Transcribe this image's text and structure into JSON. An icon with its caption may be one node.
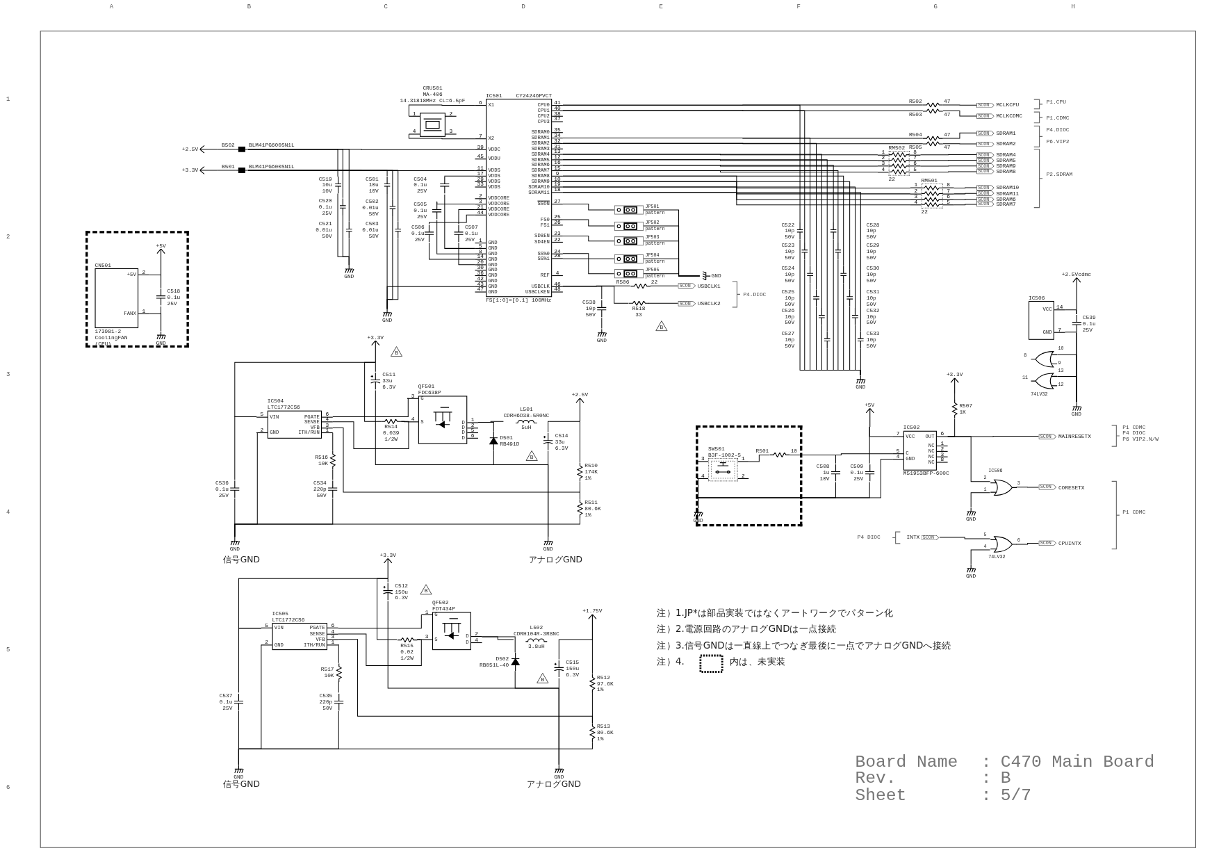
{
  "diagram": {
    "nodes": [
      {
        "text": [],
        "shape": "box"
      },
      {
        "text": [
          "CN501",
          "+5V",
          "2",
          "FANX",
          "1",
          "173981-2",
          "CoolingFAN",
          "(CPU)"
        ],
        "in": 0
      },
      {
        "text": [
          "+5V"
        ],
        "in": 0
      },
      {
        "text": [
          "C518",
          "0.1u",
          "25V"
        ],
        "in": 0
      },
      {
        "text": [
          "GND"
        ],
        "in": 0
      },
      {
        "text": [
          "+2.5V"
        ]
      },
      {
        "text": [
          "B502",
          "BLM41PG600SN1L"
        ]
      },
      {
        "text": [
          "+3.3V"
        ]
      },
      {
        "text": [
          "B501",
          "BLM41PG600SN1L"
        ]
      },
      {
        "text": [],
        "shape": "capacitor",
        "beside": [
          "C519",
          "10u",
          "10V"
        ]
      },
      {
        "text": [],
        "shape": "capacitor",
        "beside": [
          "C520",
          "0.1u",
          "25V"
        ]
      },
      {
        "text": [],
        "shape": "capacitor",
        "beside": [
          "C521",
          "0.01u",
          "50V"
        ]
      },
      {
        "text": [
          "GND"
        ]
      },
      {
        "text": [],
        "shape": "capacitor",
        "beside": [
          "C501",
          "10u",
          "10V"
        ]
      },
      {
        "text": [],
        "shape": "capacitor",
        "beside": [
          "C502",
          "0.01u",
          "50V"
        ]
      },
      {
        "text": [],
        "shape": "capacitor",
        "beside": [
          "C503",
          "0.01u",
          "50V"
        ]
      },
      {
        "text": [
          "C504",
          "0.1u",
          "25V"
        ]
      },
      {
        "text": [
          "C505",
          "0.1u",
          "25V"
        ]
      },
      {
        "text": [
          "C506",
          "0.1u",
          "25V"
        ]
      },
      {
        "text": [
          "C507",
          "0.1u",
          "25V"
        ]
      },
      {
        "text": [
          "GND"
        ]
      },
      {
        "text": [
          "CRU501",
          "MA-406",
          "14.31818MHz CL=6.5pF",
          "1",
          "2",
          "4",
          "3"
        ]
      },
      {
        "text": [
          "IC501",
          "CY24246PVCT",
          "X1",
          "6",
          "X2",
          "7",
          "VDDC",
          "39",
          "VDDU",
          "45",
          "VDDS",
          "11",
          "VDDS",
          "17",
          "VDDS",
          "29",
          "VDDS",
          "33",
          "VDDCORE",
          "2",
          "VDDCORE",
          "3",
          "VDDCORE",
          "21",
          "VDDCORE",
          "44",
          "GND",
          "1",
          "GND",
          "5",
          "GND",
          "8",
          "GND",
          "14",
          "GND",
          "20",
          "GND",
          "30",
          "GND",
          "36",
          "GND",
          "42",
          "GND",
          "43",
          "GND",
          "47",
          "CPU0",
          "41",
          "CPU1",
          "40",
          "CPU2",
          "38",
          "CPU3",
          "37",
          "SDRAM0",
          "35",
          "SDRAM1",
          "34",
          "SDRAM2",
          "32",
          "SDRAM3",
          "31",
          "SDRAM4",
          "13",
          "SDRAM5",
          "12",
          "SDRAM6",
          "16",
          "SDRAM7",
          "15",
          "SDRAM8",
          "9",
          "SDRAM9",
          "10",
          "SDRAM10",
          "19",
          "SDRAM11",
          "18",
          "SSON",
          "27",
          "FS0",
          "25",
          "FS1",
          "26",
          "SD8EN",
          "23",
          "SD4EN",
          "22",
          "SS%0",
          "24",
          "SS%1",
          "28",
          "REF",
          "4",
          "USBCLK",
          "46",
          "USBCLKEN",
          "48",
          "FS[1:0]=[0.1] 100MHz"
        ]
      },
      {
        "text": [
          "JP501",
          "pattern"
        ]
      },
      {
        "text": [
          "JP502",
          "pattern"
        ]
      },
      {
        "text": [
          "JP503",
          "pattern"
        ]
      },
      {
        "text": [
          "JP504",
          "pattern"
        ]
      },
      {
        "text": [
          "JP505",
          "pattern"
        ]
      },
      {
        "text": [
          "GND"
        ]
      },
      {
        "text": [
          "R506",
          "22"
        ]
      },
      {
        "text": [
          "R518",
          "33"
        ]
      },
      {
        "text": [
          "SCON",
          "USBCLK1"
        ]
      },
      {
        "text": [
          "SCON",
          "USBCLK2"
        ]
      },
      {
        "text": [
          "C538",
          "10p",
          "50V"
        ]
      },
      {
        "text": [
          "GND"
        ]
      },
      {
        "text": [
          "R502",
          "47"
        ]
      },
      {
        "text": [
          "R503",
          "47"
        ]
      },
      {
        "text": [
          "R504",
          "47"
        ]
      },
      {
        "text": [
          "R505",
          "47"
        ]
      },
      {
        "text": [
          "RM502",
          "1",
          "8",
          "2",
          "7",
          "3",
          "6",
          "4",
          "5",
          "22"
        ]
      },
      {
        "text": [
          "RM501",
          "1",
          "8",
          "2",
          "7",
          "3",
          "6",
          "4",
          "5",
          "22"
        ]
      },
      {
        "text": [
          "SCON",
          "MCLKCPU"
        ]
      },
      {
        "text": [
          "SCON",
          "MCLKCDMC"
        ]
      },
      {
        "text": [
          "SCON",
          "SDRAM1"
        ]
      },
      {
        "text": [
          "SCON",
          "SDRAM2"
        ]
      },
      {
        "text": [
          "SCON",
          "SDRAM4"
        ]
      },
      {
        "text": [
          "SCON",
          "SDRAM5"
        ]
      },
      {
        "text": [
          "SCON",
          "SDRAM9"
        ]
      },
      {
        "text": [
          "SCON",
          "SDRAM8"
        ]
      },
      {
        "text": [
          "SCON",
          "SDRAM10"
        ]
      },
      {
        "text": [
          "SCON",
          "SDRAM11"
        ]
      },
      {
        "text": [
          "SCON",
          "SDRAM6"
        ]
      },
      {
        "text": [
          "SCON",
          "SDRAM7"
        ]
      },
      {
        "text": [],
        "shape": "capacitor",
        "beside": [
          "C522",
          "10p",
          "50V"
        ]
      },
      {
        "text": [],
        "shape": "capacitor",
        "beside": [
          "C523",
          "10p",
          "50V"
        ]
      },
      {
        "text": [],
        "shape": "capacitor",
        "beside": [
          "C524",
          "10p",
          "50V"
        ]
      },
      {
        "text": [],
        "shape": "capacitor",
        "beside": [
          "C525",
          "10p",
          "50V"
        ]
      },
      {
        "text": [],
        "shape": "capacitor",
        "beside": [
          "C526",
          "10p",
          "50V"
        ]
      },
      {
        "text": [],
        "shape": "capacitor",
        "beside": [
          "C527",
          "10p",
          "50V"
        ]
      },
      {
        "text": [],
        "shape": "capacitor",
        "beside": [
          "C528",
          "10p",
          "50V"
        ]
      },
      {
        "text": [],
        "shape": "capacitor",
        "beside": [
          "C529",
          "10p",
          "50V"
        ]
      },
      {
        "text": [],
        "shape": "capacitor",
        "beside": [
          "C530",
          "10p",
          "50V"
        ]
      },
      {
        "text": [],
        "shape": "capacitor",
        "beside": [
          "C531",
          "10p",
          "50V"
        ]
      },
      {
        "text": [],
        "shape": "capacitor",
        "beside": [
          "C532",
          "10p",
          "50V"
        ]
      },
      {
        "text": [],
        "shape": "capacitor",
        "beside": [
          "C533",
          "10p",
          "50V"
        ]
      },
      {
        "text": [
          "GND"
        ]
      },
      {
        "text": [
          "+2.5Vcdmc"
        ]
      },
      {
        "text": [
          "IC506",
          "VCC",
          "14",
          "GND",
          "7"
        ]
      },
      {
        "text": [
          "C539",
          "0.1u",
          "25V"
        ]
      },
      {
        "text": [
          "8",
          "10",
          "9"
        ]
      },
      {
        "text": [
          "11",
          "13",
          "12",
          "74LV32"
        ]
      },
      {
        "text": [
          "GND"
        ]
      },
      {
        "text": [
          "+3.3V"
        ]
      },
      {
        "text": [
          "R507",
          "1K"
        ]
      },
      {
        "text": [
          "+5V"
        ]
      },
      {
        "text": [],
        "shape": "box"
      },
      {
        "text": [
          "SW501",
          "B3F-1002-S",
          "3",
          "1",
          "4",
          "2"
        ],
        "in": 75
      },
      {
        "text": [
          "GND"
        ],
        "in": 75
      },
      {
        "text": [
          "R501",
          "10"
        ],
        "in": 75
      },
      {
        "text": [
          "C508",
          "1u",
          "10V"
        ]
      },
      {
        "text": [
          "C509",
          "0.1u",
          "25V"
        ]
      },
      {
        "text": [
          "IC502",
          "VCC",
          "7",
          "OUT",
          "6",
          "C",
          "5",
          "GND",
          "4",
          "NC",
          "1",
          "NC",
          "2",
          "NC",
          "3",
          "NC",
          "8",
          "M51953BFP-600C"
        ]
      },
      {
        "text": [
          "SCON",
          "MAINRESETX"
        ]
      },
      {
        "text": [
          "IC506",
          "2",
          "1",
          "3"
        ]
      },
      {
        "text": [
          "GND"
        ]
      },
      {
        "text": [
          "SCON",
          "CORESETX"
        ]
      },
      {
        "text": [
          "INTX",
          "SCON"
        ]
      },
      {
        "text": [
          "5",
          "4",
          "6",
          "74LV32"
        ]
      },
      {
        "text": [
          "GND"
        ]
      },
      {
        "text": [
          "SCON",
          "CPUINTX"
        ]
      },
      {
        "text": [
          "+3.3V"
        ]
      },
      {
        "text": [
          "C511",
          "33u",
          "6.3V"
        ]
      },
      {
        "text": [
          "IC504",
          "LTC1772CS6",
          "VIN",
          "5",
          "GND",
          "2",
          "PGATE",
          "6",
          "SENSE",
          "4",
          "VFB",
          "3",
          "ITH/RUN",
          "1"
        ]
      },
      {
        "text": [
          "R514",
          "0.039",
          "1/2W"
        ]
      },
      {
        "text": [
          "QF501",
          "FDC638P",
          "G",
          "3",
          "S",
          "4",
          "D",
          "1",
          "D",
          "2",
          "D",
          "5",
          "D",
          "6"
        ]
      },
      {
        "text": [
          "L501",
          "CDRH6D38-5R0NC",
          "5uH"
        ]
      },
      {
        "text": [
          "+2.5V"
        ]
      },
      {
        "text": [
          "D501",
          "RB491D"
        ]
      },
      {
        "text": [
          "C514",
          "33u",
          "6.3V"
        ]
      },
      {
        "text": [
          "R510",
          "174K",
          "1%"
        ]
      },
      {
        "text": [
          "R511",
          "80.6K",
          "1%"
        ]
      },
      {
        "text": [
          "R516",
          "10K"
        ]
      },
      {
        "text": [
          "C534",
          "220p",
          "50V"
        ]
      },
      {
        "text": [
          "C536",
          "0.1u",
          "25V"
        ]
      },
      {
        "text": [
          "GND"
        ]
      },
      {
        "text": [
          "GND"
        ]
      },
      {
        "text": [
          "+3.3V"
        ]
      },
      {
        "text": [
          "C512",
          "150u",
          "6.3V"
        ]
      },
      {
        "text": [
          "IC505",
          "LTC1772CS6",
          "VIN",
          "5",
          "GND",
          "2",
          "PGATE",
          "6",
          "SENSE",
          "4",
          "VFB",
          "3",
          "ITH/RUN",
          "1"
        ]
      },
      {
        "text": [
          "R515",
          "0.02",
          "1/2W"
        ]
      },
      {
        "text": [
          "QF502",
          "FDT434P",
          "G",
          "1",
          "S",
          "3",
          "D",
          "2",
          "D",
          "4"
        ]
      },
      {
        "text": [
          "L502",
          "CDRH104R-3R8NC",
          "3.8uH"
        ]
      },
      {
        "text": [
          "+1.75V"
        ]
      },
      {
        "text": [
          "D502",
          "RB051L-40"
        ]
      },
      {
        "text": [
          "C515",
          "150u",
          "6.3V"
        ]
      },
      {
        "text": [
          "R512",
          "97.6K",
          "1%"
        ]
      },
      {
        "text": [
          "R513",
          "80.6K",
          "1%"
        ]
      },
      {
        "text": [
          "R517",
          "10K"
        ]
      },
      {
        "text": [
          "C535",
          "220p",
          "50V"
        ]
      },
      {
        "text": [
          "C537",
          "0.1u",
          "25V"
        ]
      },
      {
        "text": [
          "GND"
        ]
      },
      {
        "text": [
          "GND"
        ]
      }
    ],
    "edges": [
      {
        "from": 2,
        "to": 3,
        "arrow": "none"
      },
      {
        "from": 1,
        "to": 3,
        "arrow": "none"
      },
      {
        "from": 3,
        "to": 4,
        "arrow": "none"
      },
      {
        "from": 1,
        "to": 4,
        "arrow": "none"
      },
      {
        "from": 5,
        "to": 6,
        "arrow": "none"
      },
      {
        "from": 6,
        "to": 22,
        "arrow": "none"
      },
      {
        "from": 7,
        "to": 8,
        "arrow": "none"
      },
      {
        "from": 8,
        "to": 22,
        "arrow": "none"
      },
      {
        "from": 6,
        "to": 9,
        "arrow": "none"
      },
      {
        "from": 6,
        "to": 10,
        "arrow": "none"
      },
      {
        "from": 6,
        "to": 11,
        "arrow": "none"
      },
      {
        "from": 9,
        "to": 12,
        "arrow": "none"
      },
      {
        "from": 10,
        "to": 12,
        "arrow": "none"
      },
      {
        "from": 11,
        "to": 12,
        "arrow": "none"
      },
      {
        "from": 8,
        "to": 13,
        "arrow": "none"
      },
      {
        "from": 8,
        "to": 14,
        "arrow": "none"
      },
      {
        "from": 8,
        "to": 15,
        "arrow": "none"
      },
      {
        "from": 13,
        "to": 20,
        "arrow": "none"
      },
      {
        "from": 14,
        "to": 20,
        "arrow": "none"
      },
      {
        "from": 15,
        "to": 20,
        "arrow": "none"
      },
      {
        "from": 22,
        "to": 16,
        "arrow": "none"
      },
      {
        "from": 22,
        "to": 17,
        "arrow": "none"
      },
      {
        "from": 22,
        "to": 19,
        "arrow": "none"
      },
      {
        "from": 22,
        "to": 18,
        "arrow": "none"
      },
      {
        "from": 16,
        "to": 22,
        "arrow": "none"
      },
      {
        "from": 17,
        "to": 22,
        "arrow": "none"
      },
      {
        "from": 18,
        "to": 22,
        "arrow": "none"
      },
      {
        "from": 19,
        "to": 22,
        "arrow": "none"
      },
      {
        "from": 22,
        "to": 20,
        "arrow": "none"
      },
      {
        "from": 21,
        "to": 22,
        "arrow": "none"
      },
      {
        "from": 21,
        "to": 22,
        "arrow": "none"
      },
      {
        "from": 22,
        "to": 35,
        "arrow": "none"
      },
      {
        "from": 35,
        "to": 41,
        "arrow": "none"
      },
      {
        "from": 22,
        "to": 36,
        "arrow": "none"
      },
      {
        "from": 36,
        "to": 42,
        "arrow": "none"
      },
      {
        "from": 22,
        "to": 37,
        "arrow": "none"
      },
      {
        "from": 37,
        "to": 43,
        "arrow": "none"
      },
      {
        "from": 22,
        "to": 38,
        "arrow": "none"
      },
      {
        "from": 38,
        "to": 44,
        "arrow": "none"
      },
      {
        "from": 22,
        "to": 39,
        "arrow": "none"
      },
      {
        "from": 22,
        "to": 39,
        "arrow": "none"
      },
      {
        "from": 22,
        "to": 39,
        "arrow": "none"
      },
      {
        "from": 22,
        "to": 39,
        "arrow": "none"
      },
      {
        "from": 39,
        "to": 45,
        "arrow": "none"
      },
      {
        "from": 39,
        "to": 46,
        "arrow": "none"
      },
      {
        "from": 39,
        "to": 47,
        "arrow": "none"
      },
      {
        "from": 39,
        "to": 48,
        "arrow": "none"
      },
      {
        "from": 22,
        "to": 40,
        "arrow": "none"
      },
      {
        "from": 22,
        "to": 40,
        "arrow": "none"
      },
      {
        "from": 22,
        "to": 40,
        "arrow": "none"
      },
      {
        "from": 22,
        "to": 40,
        "arrow": "none"
      },
      {
        "from": 40,
        "to": 49,
        "arrow": "none"
      },
      {
        "from": 40,
        "to": 50,
        "arrow": "none"
      },
      {
        "from": 40,
        "to": 51,
        "arrow": "none"
      },
      {
        "from": 40,
        "to": 52,
        "arrow": "none"
      },
      {
        "from": 22,
        "to": 53,
        "arrow": "none"
      },
      {
        "from": 22,
        "to": 54,
        "arrow": "none"
      },
      {
        "from": 22,
        "to": 55,
        "arrow": "none"
      },
      {
        "from": 22,
        "to": 56,
        "arrow": "none"
      },
      {
        "from": 22,
        "to": 57,
        "arrow": "none"
      },
      {
        "from": 22,
        "to": 58,
        "arrow": "none"
      },
      {
        "from": 22,
        "to": 59,
        "arrow": "none"
      },
      {
        "from": 22,
        "to": 60,
        "arrow": "none"
      },
      {
        "from": 22,
        "to": 61,
        "arrow": "none"
      },
      {
        "from": 22,
        "to": 62,
        "arrow": "none"
      },
      {
        "from": 22,
        "to": 63,
        "arrow": "none"
      },
      {
        "from": 22,
        "to": 64,
        "arrow": "none"
      },
      {
        "from": 53,
        "to": 65,
        "arrow": "none"
      },
      {
        "from": 54,
        "to": 65,
        "arrow": "none"
      },
      {
        "from": 55,
        "to": 65,
        "arrow": "none"
      },
      {
        "from": 56,
        "to": 65,
        "arrow": "none"
      },
      {
        "from": 57,
        "to": 65,
        "arrow": "none"
      },
      {
        "from": 58,
        "to": 65,
        "arrow": "none"
      },
      {
        "from": 59,
        "to": 65,
        "arrow": "none"
      },
      {
        "from": 60,
        "to": 65,
        "arrow": "none"
      },
      {
        "from": 61,
        "to": 65,
        "arrow": "none"
      },
      {
        "from": 62,
        "to": 65,
        "arrow": "none"
      },
      {
        "from": 63,
        "to": 65,
        "arrow": "none"
      },
      {
        "from": 64,
        "to": 65,
        "arrow": "none"
      },
      {
        "from": 22,
        "to": 23,
        "arrow": "none"
      },
      {
        "from": 22,
        "to": 24,
        "arrow": "none"
      },
      {
        "from": 22,
        "to": 25,
        "arrow": "none"
      },
      {
        "from": 22,
        "to": 26,
        "arrow": "none"
      },
      {
        "from": 22,
        "to": 27,
        "arrow": "none"
      },
      {
        "from": 23,
        "to": 28,
        "arrow": "none"
      },
      {
        "from": 24,
        "to": 28,
        "arrow": "none"
      },
      {
        "from": 25,
        "to": 28,
        "arrow": "none"
      },
      {
        "from": 26,
        "to": 28,
        "arrow": "none"
      },
      {
        "from": 27,
        "to": 28,
        "arrow": "none"
      },
      {
        "from": 22,
        "to": 29,
        "arrow": "none"
      },
      {
        "from": 29,
        "to": 31,
        "arrow": "none"
      },
      {
        "from": 22,
        "to": 30,
        "arrow": "none"
      },
      {
        "from": 30,
        "to": 32,
        "arrow": "none"
      },
      {
        "from": 22,
        "to": 33,
        "arrow": "none"
      },
      {
        "from": 33,
        "to": 34,
        "arrow": "none"
      },
      {
        "from": 66,
        "to": 68,
        "arrow": "none"
      },
      {
        "from": 67,
        "to": 68,
        "arrow": "none"
      },
      {
        "from": 68,
        "to": 71,
        "arrow": "none"
      },
      {
        "from": 67,
        "to": 71,
        "arrow": "none"
      },
      {
        "from": 69,
        "to": 71,
        "arrow": "none"
      },
      {
        "from": 70,
        "to": 71,
        "arrow": "none"
      },
      {
        "from": 72,
        "to": 73,
        "arrow": "none"
      },
      {
        "from": 73,
        "to": 81,
        "arrow": "none"
      },
      {
        "from": 81,
        "to": 82,
        "arrow": "none"
      },
      {
        "from": 81,
        "to": 83,
        "arrow": "none"
      },
      {
        "from": 83,
        "to": 84,
        "arrow": "none"
      },
      {
        "from": 83,
        "to": 85,
        "arrow": "none"
      },
      {
        "from": 86,
        "to": 87,
        "arrow": "none"
      },
      {
        "from": 87,
        "to": 88,
        "arrow": "none"
      },
      {
        "from": 87,
        "to": 89,
        "arrow": "none"
      },
      {
        "from": 74,
        "to": 81,
        "arrow": "none"
      },
      {
        "from": 74,
        "to": 80,
        "arrow": "none"
      },
      {
        "from": 76,
        "to": 78,
        "arrow": "none"
      },
      {
        "from": 78,
        "to": 81,
        "arrow": "none"
      },
      {
        "from": 78,
        "to": 79,
        "arrow": "none"
      },
      {
        "from": 76,
        "to": 77,
        "arrow": "none"
      },
      {
        "from": 79,
        "to": 77,
        "arrow": "none"
      },
      {
        "from": 80,
        "to": 77,
        "arrow": "none"
      },
      {
        "from": 81,
        "to": 77,
        "arrow": "none"
      },
      {
        "from": 90,
        "to": 91,
        "arrow": "none"
      },
      {
        "from": 90,
        "to": 92,
        "arrow": "none"
      },
      {
        "from": 92,
        "to": 103,
        "arrow": "none"
      },
      {
        "from": 90,
        "to": 93,
        "arrow": "none"
      },
      {
        "from": 93,
        "to": 94,
        "arrow": "none"
      },
      {
        "from": 92,
        "to": 94,
        "arrow": "none"
      },
      {
        "from": 92,
        "to": 93,
        "arrow": "none"
      },
      {
        "from": 94,
        "to": 95,
        "arrow": "none"
      },
      {
        "from": 95,
        "to": 96,
        "arrow": "none"
      },
      {
        "from": 94,
        "to": 97,
        "arrow": "none"
      },
      {
        "from": 97,
        "to": 105,
        "arrow": "none"
      },
      {
        "from": 95,
        "to": 98,
        "arrow": "none"
      },
      {
        "from": 98,
        "to": 105,
        "arrow": "none"
      },
      {
        "from": 96,
        "to": 99,
        "arrow": "none"
      },
      {
        "from": 99,
        "to": 100,
        "arrow": "none"
      },
      {
        "from": 92,
        "to": 100,
        "arrow": "none"
      },
      {
        "from": 100,
        "to": 104,
        "arrow": "none"
      },
      {
        "from": 92,
        "to": 101,
        "arrow": "none"
      },
      {
        "from": 101,
        "to": 102,
        "arrow": "none"
      },
      {
        "from": 102,
        "to": 104,
        "arrow": "none"
      },
      {
        "from": 103,
        "to": 104,
        "arrow": "none"
      },
      {
        "from": 92,
        "to": 104,
        "arrow": "none"
      },
      {
        "from": 106,
        "to": 107,
        "arrow": "none"
      },
      {
        "from": 106,
        "to": 108,
        "arrow": "none"
      },
      {
        "from": 108,
        "to": 119,
        "arrow": "none"
      },
      {
        "from": 106,
        "to": 109,
        "arrow": "none"
      },
      {
        "from": 109,
        "to": 110,
        "arrow": "none"
      },
      {
        "from": 108,
        "to": 110,
        "arrow": "none"
      },
      {
        "from": 108,
        "to": 109,
        "arrow": "none"
      },
      {
        "from": 110,
        "to": 111,
        "arrow": "none"
      },
      {
        "from": 111,
        "to": 112,
        "arrow": "none"
      },
      {
        "from": 110,
        "to": 113,
        "arrow": "none"
      },
      {
        "from": 113,
        "to": 121,
        "arrow": "none"
      },
      {
        "from": 111,
        "to": 114,
        "arrow": "none"
      },
      {
        "from": 114,
        "to": 121,
        "arrow": "none"
      },
      {
        "from": 112,
        "to": 115,
        "arrow": "none"
      },
      {
        "from": 115,
        "to": 116,
        "arrow": "none"
      },
      {
        "from": 108,
        "to": 116,
        "arrow": "none"
      },
      {
        "from": 116,
        "to": 120,
        "arrow": "none"
      },
      {
        "from": 108,
        "to": 117,
        "arrow": "none"
      },
      {
        "from": 117,
        "to": 118,
        "arrow": "none"
      },
      {
        "from": 118,
        "to": 120,
        "arrow": "none"
      },
      {
        "from": 119,
        "to": 120,
        "arrow": "none"
      },
      {
        "from": 108,
        "to": 120,
        "arrow": "none"
      },
      {
        "from": 91,
        "to": 105,
        "arrow": "none"
      },
      {
        "from": 107,
        "to": 121,
        "arrow": "none"
      }
    ],
    "labels": [
      "A",
      "B",
      "C",
      "D",
      "E",
      "F",
      "G",
      "H",
      "1",
      "2",
      "3",
      "4",
      "5",
      "6",
      "P1.CPU",
      "P1.CDMC",
      "P4.DIOC",
      "P6.VIP2",
      "P2.SDRAM",
      "P4.DIOC",
      "B",
      "B",
      "B",
      "信号GND",
      "アナログGND",
      "P1 CDMC",
      "P4 DIOC",
      "P6 VIP2.N/W",
      "P1 CDMC",
      "P4 DIOC",
      "B",
      "B",
      "注）1.JP*は部品実装ではなくアートワークでパターン化",
      "注）2.電源回路のアナログGNDは一点接続",
      "注）3.信号GNDは一直線上でつなぎ最後に一点でアナログGNDへ接続",
      "注）4.",
      "内は、未実装",
      "信号GND",
      "アナログGND",
      "Board Name",
      ":",
      "C470 Main Board",
      "Rev.",
      ":",
      "B",
      "Sheet",
      ":",
      "5/7"
    ]
  }
}
